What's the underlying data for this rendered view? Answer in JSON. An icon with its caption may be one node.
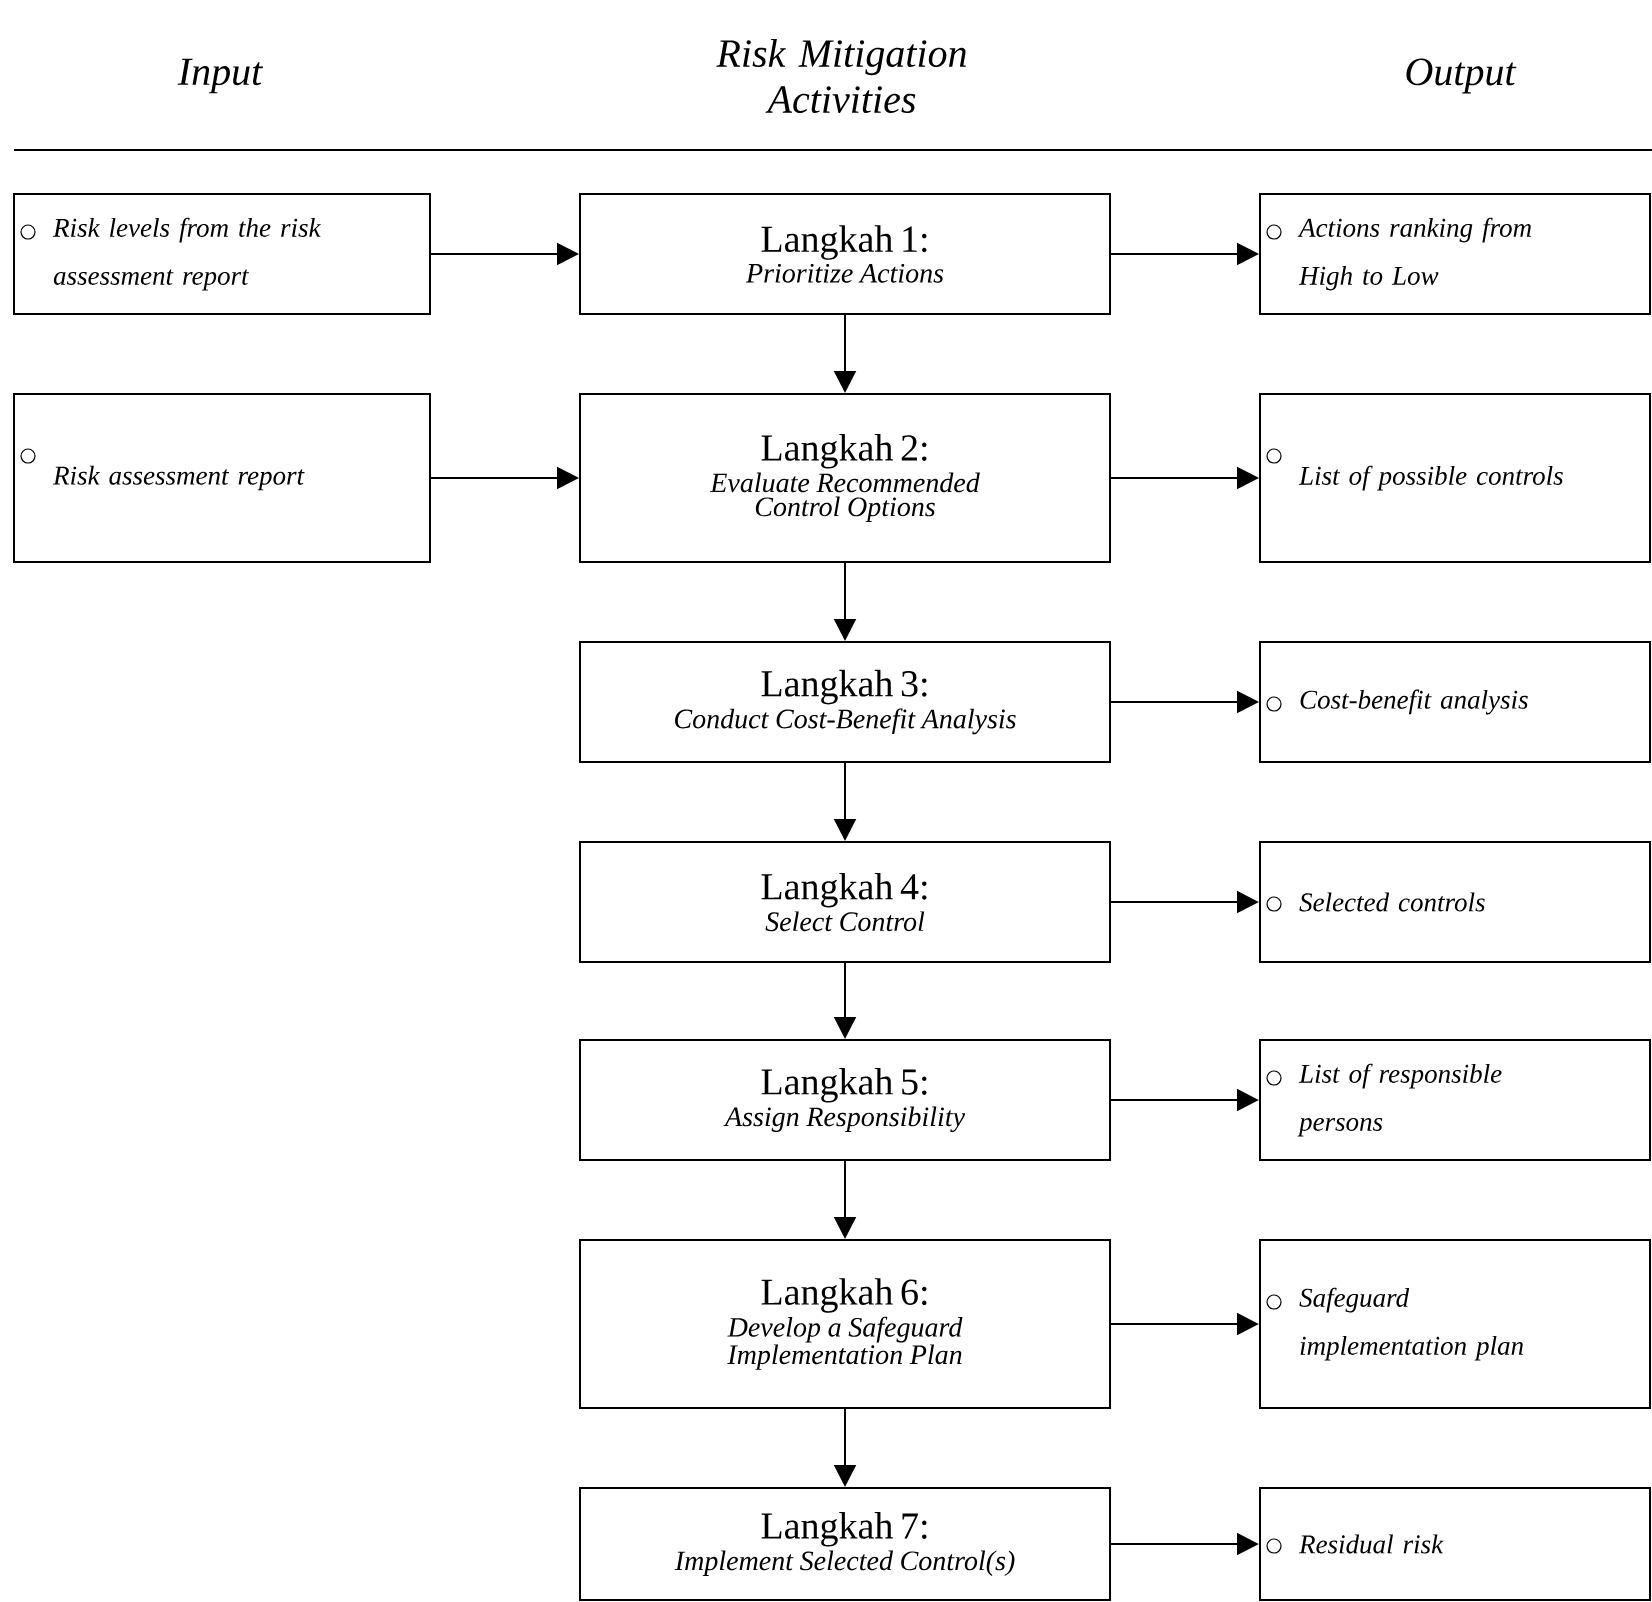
{
  "diagram": {
    "nodes": [
      {
        "text": [
          "Risk levels from the risk assessment report"
        ]
      },
      {
        "text": [
          "Langkah 1:",
          "Prioritize Actions"
        ]
      },
      {
        "text": [
          "Actions ranking from High to Low"
        ]
      },
      {
        "text": [
          "Risk assessment report"
        ]
      },
      {
        "text": [
          "Langkah 2:",
          "Evaluate Recommended Control Options"
        ]
      },
      {
        "text": [
          "List of possible controls"
        ]
      },
      {
        "text": [
          "Langkah 3:",
          "Conduct Cost-Benefit Analysis"
        ]
      },
      {
        "text": [
          "Cost-benefit analysis"
        ]
      },
      {
        "text": [
          "Langkah 4:",
          "Select Control"
        ]
      },
      {
        "text": [
          "Selected controls"
        ]
      },
      {
        "text": [
          "Langkah 5:",
          "Assign Responsibility"
        ]
      },
      {
        "text": [
          "List of responsible persons"
        ]
      },
      {
        "text": [
          "Langkah 6:",
          "Develop a Safeguard Implementation Plan"
        ]
      },
      {
        "text": [
          "Safeguard implementation plan"
        ]
      },
      {
        "text": [
          "Langkah 7:",
          "Implement Selected Control(s)"
        ]
      },
      {
        "text": [
          "Residual risk"
        ]
      }
    ],
    "edges": [
      {
        "from": 0,
        "to": 1,
        "arrow": "to"
      },
      {
        "from": 1,
        "to": 2,
        "arrow": "to"
      },
      {
        "from": 3,
        "to": 4,
        "arrow": "to"
      },
      {
        "from": 4,
        "to": 5,
        "arrow": "to"
      },
      {
        "from": 6,
        "to": 7,
        "arrow": "to"
      },
      {
        "from": 8,
        "to": 9,
        "arrow": "to"
      },
      {
        "from": 10,
        "to": 11,
        "arrow": "to"
      },
      {
        "from": 12,
        "to": 13,
        "arrow": "to"
      },
      {
        "from": 14,
        "to": 15,
        "arrow": "to"
      },
      {
        "from": 1,
        "to": 4,
        "arrow": "to"
      },
      {
        "from": 4,
        "to": 6,
        "arrow": "to"
      },
      {
        "from": 6,
        "to": 8,
        "arrow": "to"
      },
      {
        "from": 8,
        "to": 10,
        "arrow": "to"
      },
      {
        "from": 10,
        "to": 12,
        "arrow": "to"
      },
      {
        "from": 12,
        "to": 14,
        "arrow": "to"
      }
    ],
    "labels": [
      "Input",
      "Risk Mitigation Activities",
      "Output"
    ]
  }
}
